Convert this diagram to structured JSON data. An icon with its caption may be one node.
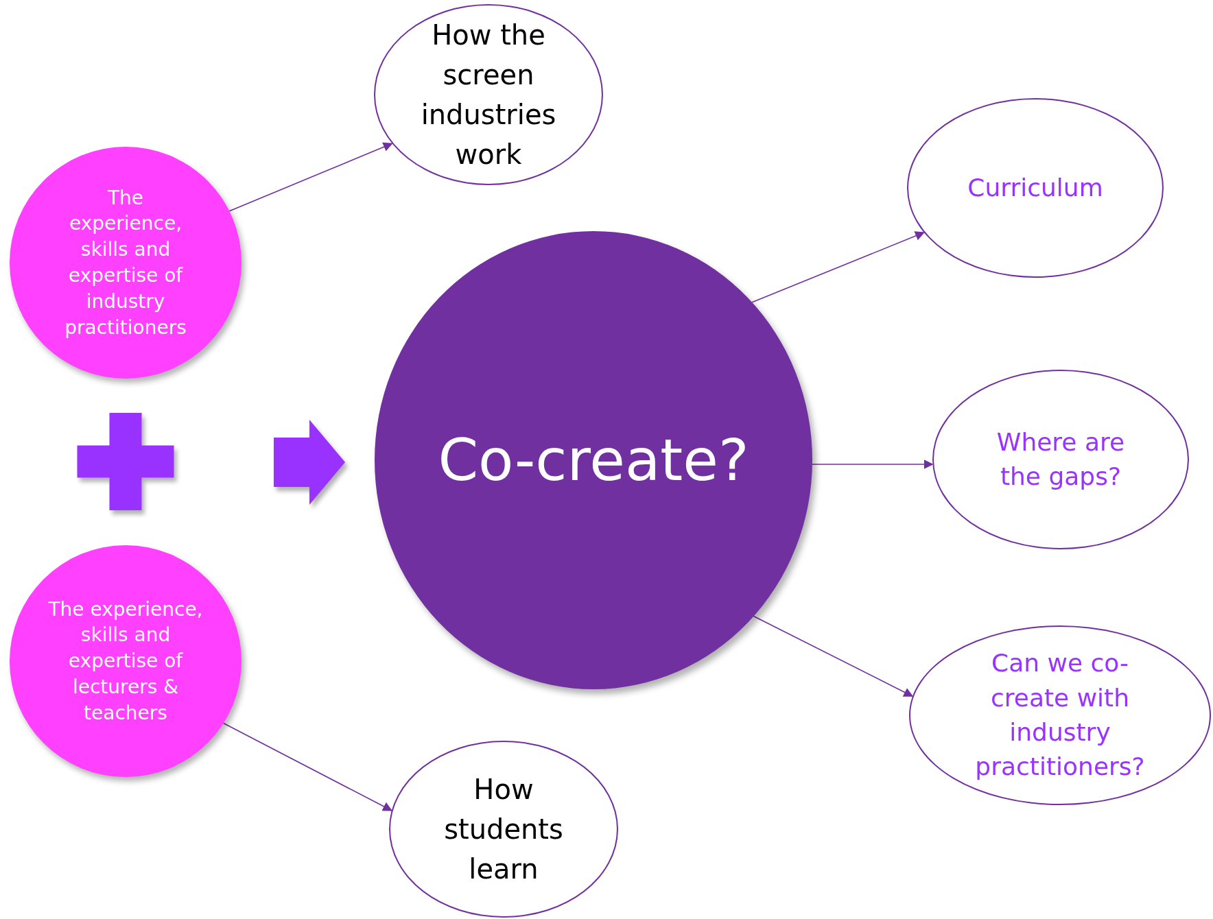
{
  "diagram": {
    "nodes": [
      {
        "text": [
          "The experience, skills and expertise of industry practitioners"
        ]
      },
      {
        "text": [
          "How the screen industries work"
        ]
      },
      {
        "text": [
          "The experience, skills and expertise of lecturers & teachers"
        ]
      },
      {
        "text": [
          "How students learn"
        ]
      },
      {
        "text": [
          "Co-create?"
        ]
      },
      {
        "text": [
          "Curriculum"
        ]
      },
      {
        "text": [
          "Where are the gaps?"
        ]
      },
      {
        "text": [
          "Can we co-create with industry practitioners?"
        ]
      }
    ],
    "edges": [
      {
        "from": 0,
        "to": 1,
        "arrow": "to"
      },
      {
        "from": 2,
        "to": 3,
        "arrow": "to"
      },
      {
        "from": 4,
        "to": 5,
        "arrow": "to"
      },
      {
        "from": 4,
        "to": 6,
        "arrow": "to"
      },
      {
        "from": 4,
        "to": 7,
        "arrow": "to"
      },
      {
        "from": null,
        "to": 4,
        "arrow": "to",
        "style": "thick",
        "color": "#9933ff"
      }
    ]
  }
}
